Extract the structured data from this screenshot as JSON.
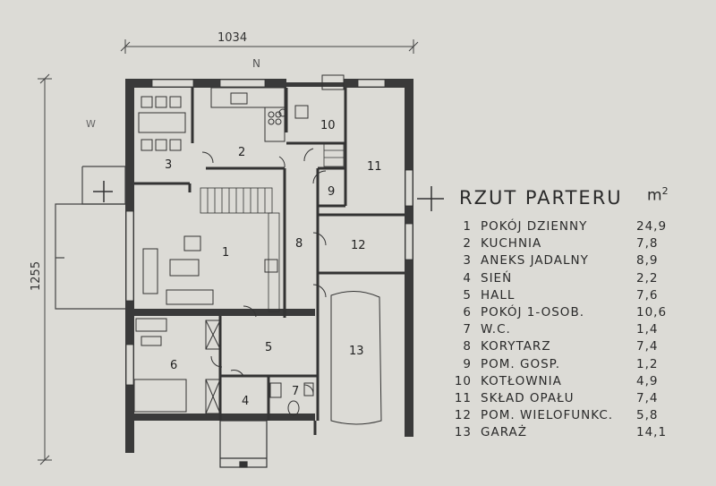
{
  "dimensions": {
    "width": "1034",
    "height": "1255"
  },
  "compass": {
    "north": "N",
    "west": "W"
  },
  "room_labels": [
    "1",
    "2",
    "3",
    "4",
    "5",
    "6",
    "7",
    "8",
    "9",
    "10",
    "11",
    "12",
    "13"
  ],
  "legend": {
    "title": "RZUT PARTERU",
    "unit": "m",
    "unit_exp": "2",
    "rooms": [
      {
        "num": "1",
        "name": "POKÓJ DZIENNY",
        "area": "24,9"
      },
      {
        "num": "2",
        "name": "KUCHNIA",
        "area": "7,8"
      },
      {
        "num": "3",
        "name": "ANEKS JADALNY",
        "area": "8,9"
      },
      {
        "num": "4",
        "name": "SIEŃ",
        "area": "2,2"
      },
      {
        "num": "5",
        "name": "HALL",
        "area": "7,6"
      },
      {
        "num": "6",
        "name": "POKÓJ 1-OSOB.",
        "area": "10,6"
      },
      {
        "num": "7",
        "name": "W.C.",
        "area": "1,4"
      },
      {
        "num": "8",
        "name": "KORYTARZ",
        "area": "7,4"
      },
      {
        "num": "9",
        "name": "POM. GOSP.",
        "area": "1,2"
      },
      {
        "num": "10",
        "name": "KOTŁOWNIA",
        "area": "4,9"
      },
      {
        "num": "11",
        "name": "SKŁAD OPAŁU",
        "area": "7,4"
      },
      {
        "num": "12",
        "name": "POM. WIELOFUNKC.",
        "area": "5,8"
      },
      {
        "num": "13",
        "name": "GARAŻ",
        "area": "14,1"
      }
    ]
  }
}
